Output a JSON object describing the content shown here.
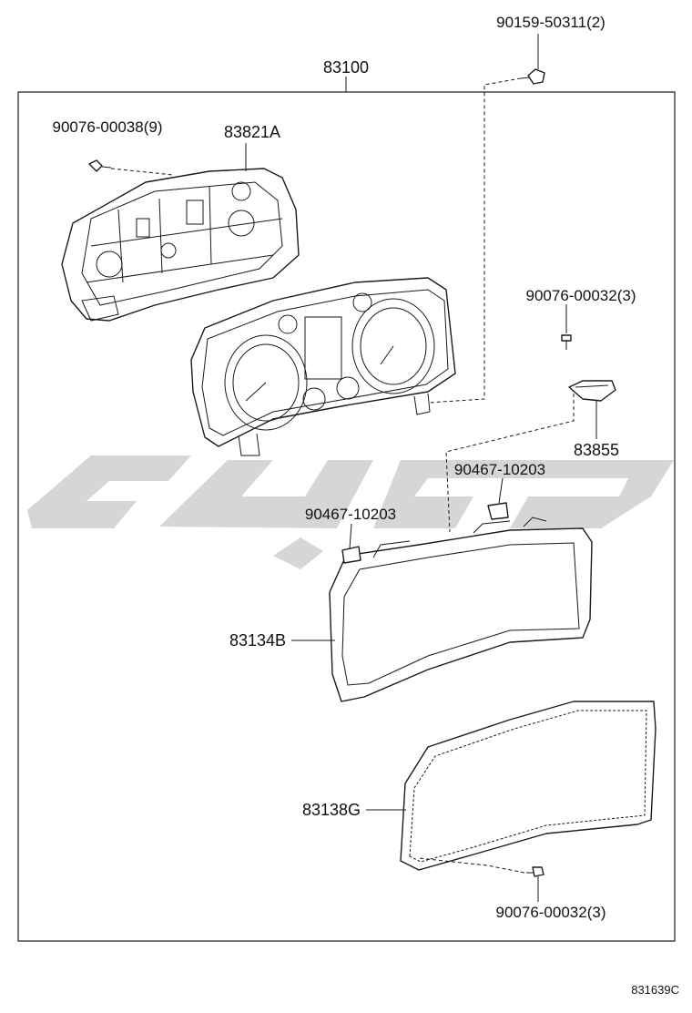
{
  "assembly_label": "83100",
  "labels": {
    "screw_top_right": "90159-50311(2)",
    "screw_back": "90076-00038(9)",
    "back_housing": "83821A",
    "screw_mid_right": "90076-00032(3)",
    "bracket": "83855",
    "clip_right": "90467-10203",
    "clip_left": "90467-10203",
    "hood": "83134B",
    "lens": "83138G",
    "screw_bottom": "90076-00032(3)"
  },
  "footer_code": "831639C",
  "colors": {
    "line": "#1a1a1a",
    "watermark": "#cfcfcf",
    "background": "#ffffff"
  }
}
